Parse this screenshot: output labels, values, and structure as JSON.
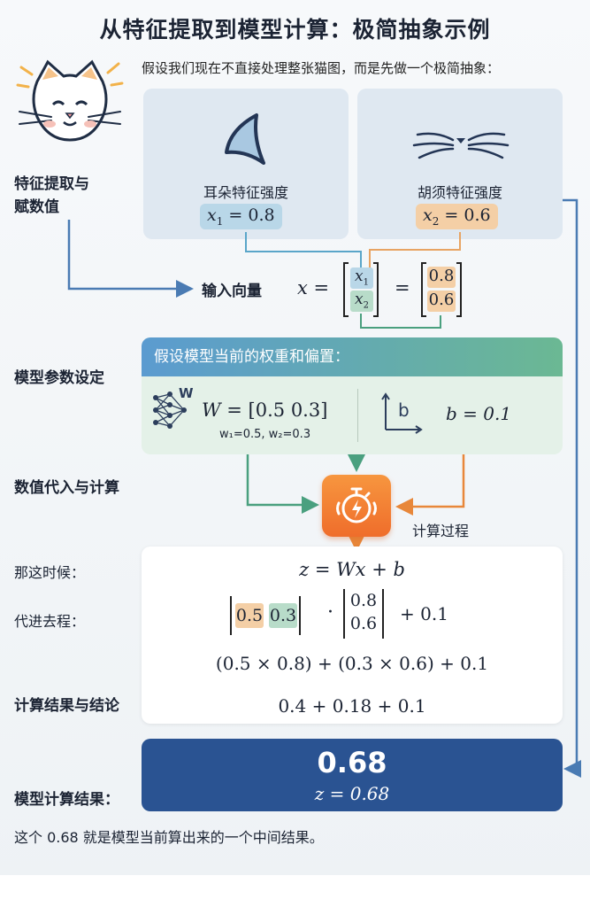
{
  "title": "从特征提取到模型计算：极简抽象示例",
  "intro": "假设我们现在不直接处理整张猫图，而是先做一个极简抽象：",
  "labels": {
    "feature_extraction_line1": "特征提取与",
    "feature_extraction_line2": "赋数值",
    "input_vector": "输入向量",
    "model_params": "模型参数设定",
    "substitute": "数值代入与计算",
    "then": "那这时候：",
    "substitute_process": "代进去程：",
    "result_conclusion": "计算结果与结论",
    "model_result": "模型计算结果："
  },
  "features": {
    "ear_label": "耳朵特征强度",
    "ear_var": "x",
    "ear_sub": "1",
    "ear_value": "= 0.8",
    "whisker_label": "胡须特征强度",
    "whisker_var": "x",
    "whisker_sub": "2",
    "whisker_value": "= 0.6"
  },
  "vector": {
    "lhs": "x =",
    "e1": "x",
    "e1_sub": "1",
    "e2": "x",
    "e2_sub": "2",
    "eq": "=",
    "v1": "0.8",
    "v2": "0.6"
  },
  "params": {
    "header": "假设模型当前的权重和偏置：",
    "w_icon_letter": "W",
    "w_lhs": "W",
    "w_rhs": "= [0.5   0.3]",
    "w_note": "w₁=0.5, w₂=0.3",
    "b_icon_letter": "b",
    "b_eq": "b = 0.1"
  },
  "process_label": "计算过程",
  "calc": {
    "formula": "z = Wx + b",
    "w1": "0.5",
    "w2": "0.3",
    "dot": "·",
    "col1": "0.8",
    "col2": "0.6",
    "plus_b": "+ 0.1",
    "expanded": "(0.5 × 0.8) + (0.3 × 0.6) + 0.1",
    "sum": "0.4 + 0.18 + 0.1"
  },
  "result": {
    "big": "0.68",
    "eq": "z = 0.68"
  },
  "footer": "这个 0.68 就是模型当前算出来的一个中间结果。",
  "colors": {
    "blue_chip": "#b9d7e8",
    "orange_chip": "#f4cfa6",
    "green_chip": "#b8dcc9",
    "result_bg": "#2a5392",
    "arrow_blue": "#4a7bb3",
    "arrow_green": "#4aa07f",
    "arrow_orange": "#e8873a"
  },
  "icons": [
    "cat-icon",
    "ear-icon",
    "whisker-icon",
    "neural-net-icon",
    "axes-icon",
    "stopwatch-icon"
  ]
}
